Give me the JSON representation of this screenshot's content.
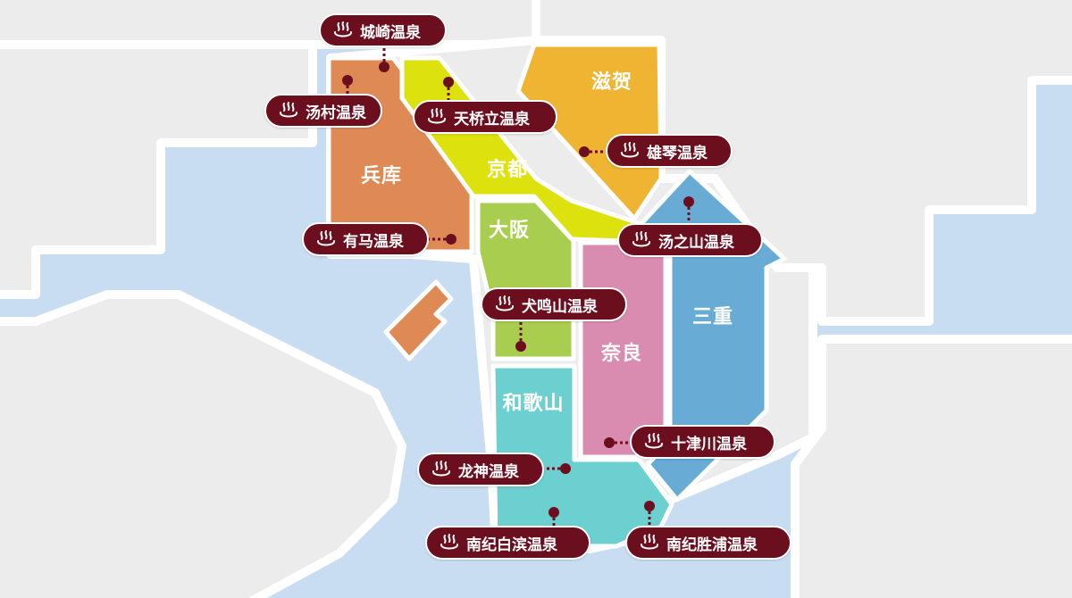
{
  "map": {
    "colors": {
      "sea": "#c8dcf2",
      "land": "#ececec",
      "border": "#ffffff",
      "hyogo": "#df8a55",
      "kyoto": "#dde20f",
      "shiga": "#eeb432",
      "osaka": "#a9cd4f",
      "nara": "#d98bb0",
      "mie": "#68acd6",
      "wakayama": "#6bd0cf",
      "marker": "#6b0f1f"
    },
    "prefectures": [
      {
        "id": "hyogo",
        "name": "兵库"
      },
      {
        "id": "kyoto",
        "name": "京都"
      },
      {
        "id": "shiga",
        "name": "滋贺"
      },
      {
        "id": "osaka",
        "name": "大阪"
      },
      {
        "id": "nara",
        "name": "奈良"
      },
      {
        "id": "mie",
        "name": "三重"
      },
      {
        "id": "wakayama",
        "name": "和歌山"
      }
    ],
    "onsen": [
      {
        "id": "kinosaki",
        "name": "城崎温泉",
        "icon": "hot-spring-icon"
      },
      {
        "id": "yumura",
        "name": "汤村温泉",
        "icon": "hot-spring-icon"
      },
      {
        "id": "amanohashidate",
        "name": "天桥立温泉",
        "icon": "hot-spring-icon"
      },
      {
        "id": "ogoto",
        "name": "雄琴温泉",
        "icon": "hot-spring-icon"
      },
      {
        "id": "yunoyama",
        "name": "汤之山温泉",
        "icon": "hot-spring-icon"
      },
      {
        "id": "arima",
        "name": "有马温泉",
        "icon": "hot-spring-icon"
      },
      {
        "id": "inunakiyama",
        "name": "犬鸣山温泉",
        "icon": "hot-spring-icon"
      },
      {
        "id": "totsukawa",
        "name": "十津川温泉",
        "icon": "hot-spring-icon"
      },
      {
        "id": "ryujin",
        "name": "龙神温泉",
        "icon": "hot-spring-icon"
      },
      {
        "id": "shirahama",
        "name": "南纪白滨温泉",
        "icon": "hot-spring-icon"
      },
      {
        "id": "katsuura",
        "name": "南纪胜浦温泉",
        "icon": "hot-spring-icon"
      }
    ]
  }
}
